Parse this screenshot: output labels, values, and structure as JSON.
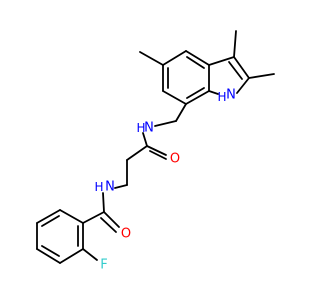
{
  "molecule": {
    "atom_labels": {
      "nh_amide_upper": "N",
      "h_amide_upper": "H",
      "o_carbonyl_upper": "O",
      "nh_amide_lower": "N",
      "h_amide_lower": "H",
      "o_carbonyl_lower": "O",
      "f_aryl": "F",
      "nh_indole": "N",
      "h_indole": "H"
    },
    "colors": {
      "bond": "#000000",
      "nitrogen": "#0000ff",
      "oxygen": "#ff0000",
      "fluorine": "#33cccc"
    }
  }
}
